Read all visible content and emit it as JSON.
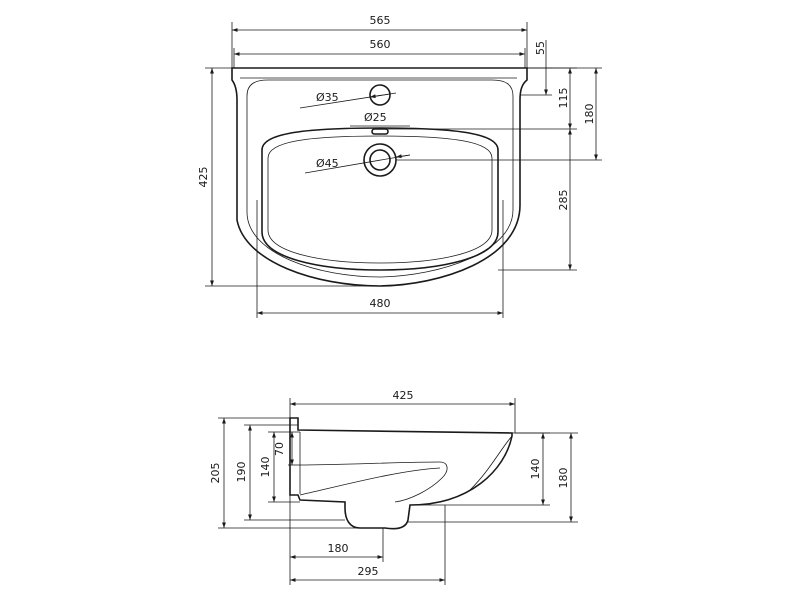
{
  "top_view": {
    "width_outer": "565",
    "width_inner": "560",
    "rim_depth": "55",
    "tap_hole_offset": "115",
    "overflow_offset": "180",
    "depth_total": "425",
    "bowl_depth": "285",
    "bowl_width": "480",
    "tap_hole_dia": "Ø35",
    "overflow_dia": "Ø25",
    "drain_dia": "Ø45"
  },
  "side_view": {
    "depth_total": "425",
    "height_total": "205",
    "height_back": "190",
    "height_inner": "140",
    "height_rim": "70",
    "front_height_inner": "140",
    "front_height_outer": "180",
    "drain_offset": "180",
    "base_depth": "295"
  }
}
